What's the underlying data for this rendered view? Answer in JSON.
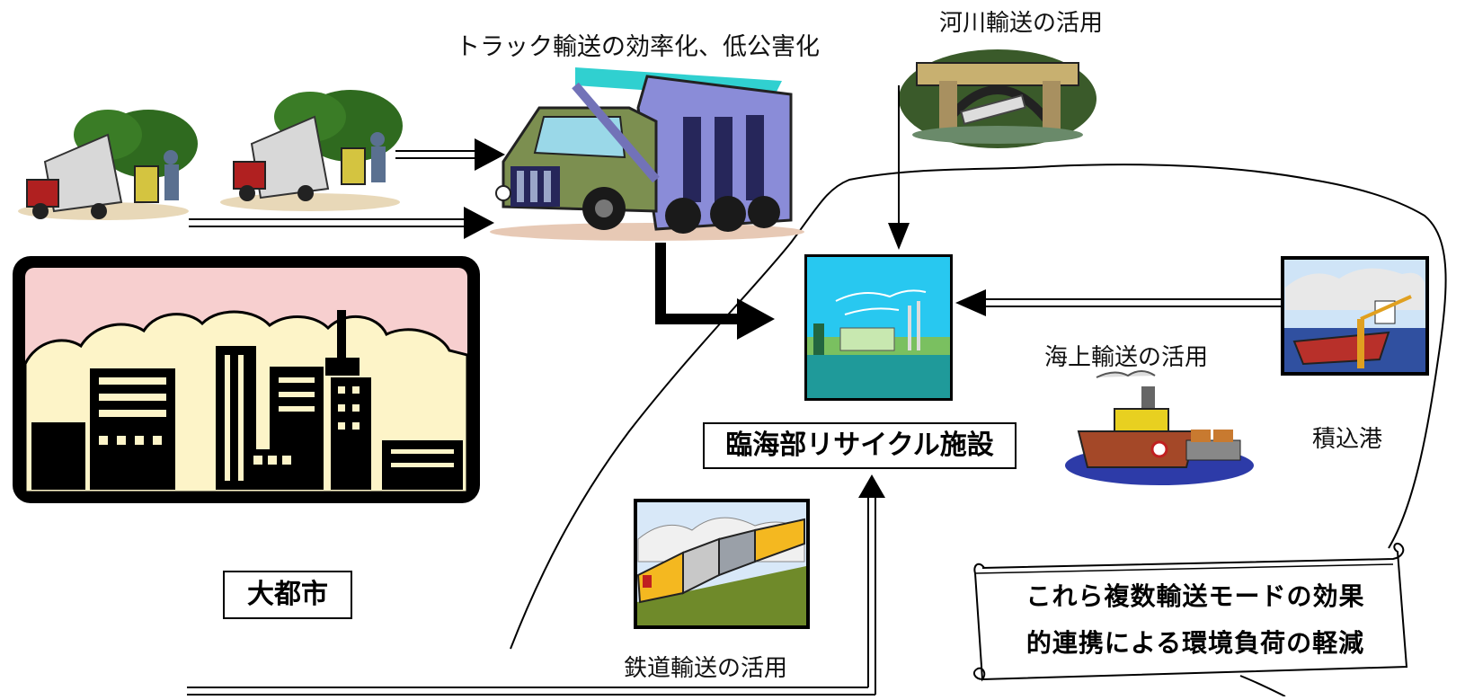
{
  "labels": {
    "truck": "トラック輸送の効率化、低公害化",
    "river": "河川輸送の活用",
    "sea": "海上輸送の活用",
    "port": "積込港",
    "rail": "鉄道輸送の活用"
  },
  "boxes": {
    "facility": "臨海部リサイクル施設",
    "city": "大都市"
  },
  "scroll": {
    "line1": "これら複数輸送モードの効果",
    "line2": "的連携による環境負荷の軽減"
  },
  "colors": {
    "sky_pink": "#f7cfcf",
    "city_fill": "#fdf4c8",
    "truck_body": "#8a8cd8",
    "truck_cab": "#7c8f50",
    "facility_sky": "#28c8f0",
    "facility_water": "#1f9a9a",
    "sea_blue": "#2d3ba8",
    "ship_hull": "#a44828",
    "train_yellow": "#f4b820",
    "grass_green": "#6f8a2a"
  }
}
